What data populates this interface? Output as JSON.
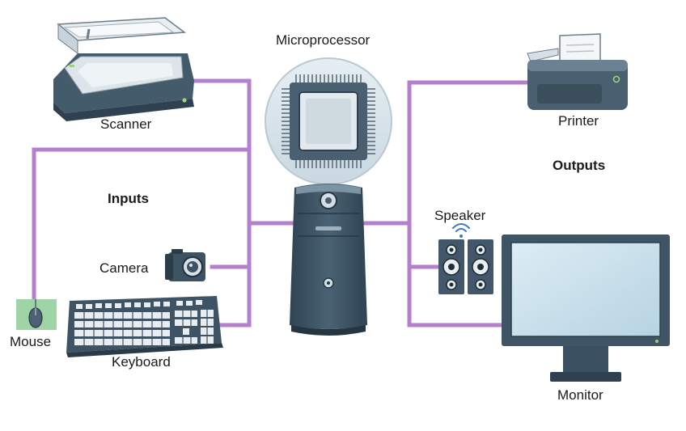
{
  "labels": {
    "microprocessor": "Microprocessor",
    "scanner": "Scanner",
    "printer": "Printer",
    "outputs": "Outputs",
    "inputs": "Inputs",
    "speaker": "Speaker",
    "camera": "Camera",
    "mouse": "Mouse",
    "keyboard": "Keyboard",
    "monitor": "Monitor"
  },
  "colors": {
    "connector": "#b57fcc",
    "device_body": "#3f5566",
    "device_light": "#d8dfe4",
    "screen": "#cfe3ee",
    "mouse_pad": "#9fd4a7"
  }
}
